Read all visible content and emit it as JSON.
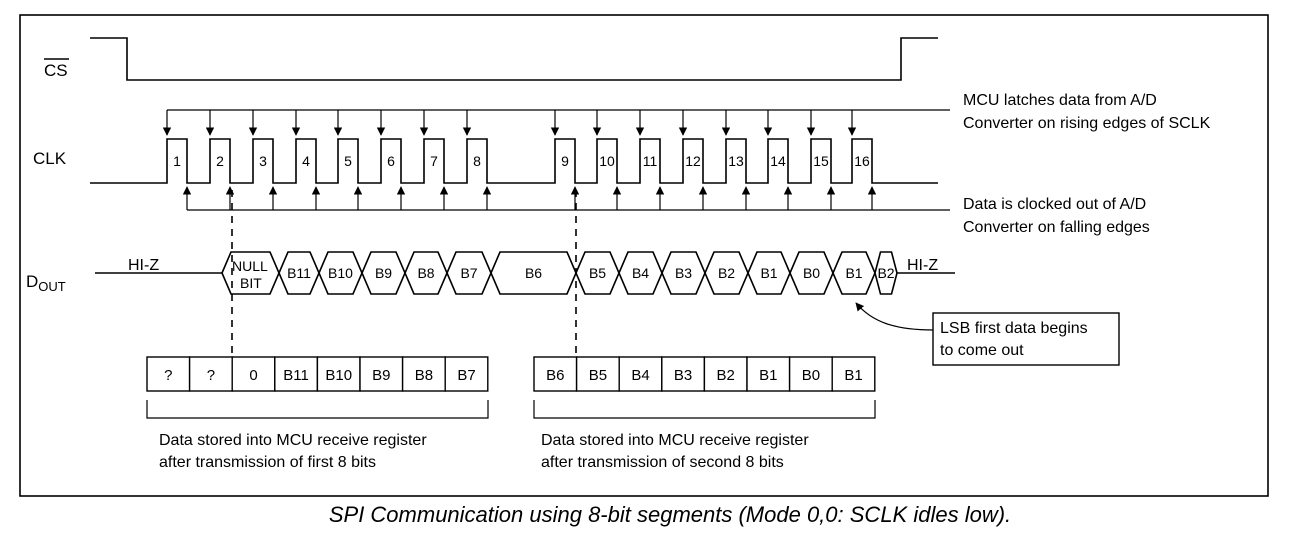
{
  "signals": {
    "cs": "CS",
    "clk": "CLK",
    "dout_main": "D",
    "dout_sub": "OUT"
  },
  "clock_numbers": [
    "1",
    "2",
    "3",
    "4",
    "5",
    "6",
    "7",
    "8",
    "9",
    "10",
    "11",
    "12",
    "13",
    "14",
    "15",
    "16"
  ],
  "dout": {
    "hiz_left": "HI-Z",
    "hiz_right": "HI-Z",
    "null_top": "NULL",
    "null_bottom": "BIT",
    "bits": [
      "B11",
      "B10",
      "B9",
      "B8",
      "B7",
      "B6",
      "B5",
      "B4",
      "B3",
      "B2",
      "B1",
      "B0",
      "B1",
      "B2"
    ]
  },
  "annotations": {
    "rising_line1": "MCU latches data from A/D",
    "rising_line2": "Converter on rising edges of SCLK",
    "falling_line1": "Data is clocked out of A/D",
    "falling_line2": "Converter on falling edges",
    "lsb_line1": "LSB first data begins",
    "lsb_line2": "to come out"
  },
  "registers": {
    "first": [
      "?",
      "?",
      "0",
      "B11",
      "B10",
      "B9",
      "B8",
      "B7"
    ],
    "second": [
      "B6",
      "B5",
      "B4",
      "B3",
      "B2",
      "B1",
      "B0",
      "B1"
    ],
    "first_caption_line1": "Data stored into MCU receive register",
    "first_caption_line2": "after transmission of first 8 bits",
    "second_caption_line1": "Data stored into MCU receive register",
    "second_caption_line2": "after transmission of second 8 bits"
  },
  "caption": "SPI Communication using 8-bit segments (Mode 0,0: SCLK idles low)."
}
